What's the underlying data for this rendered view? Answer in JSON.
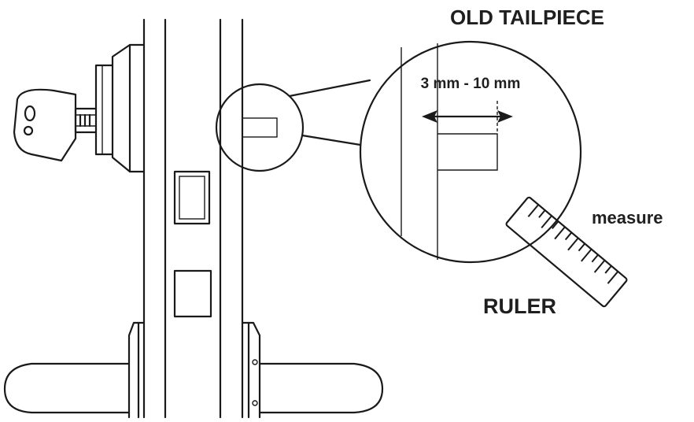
{
  "labels": {
    "title": "OLD TAILPIECE",
    "measurement": "3 mm - 10 mm",
    "measure_word": "measure",
    "ruler": "RULER"
  },
  "colors": {
    "ink": "#1a1a1a",
    "background": "#ffffff"
  }
}
